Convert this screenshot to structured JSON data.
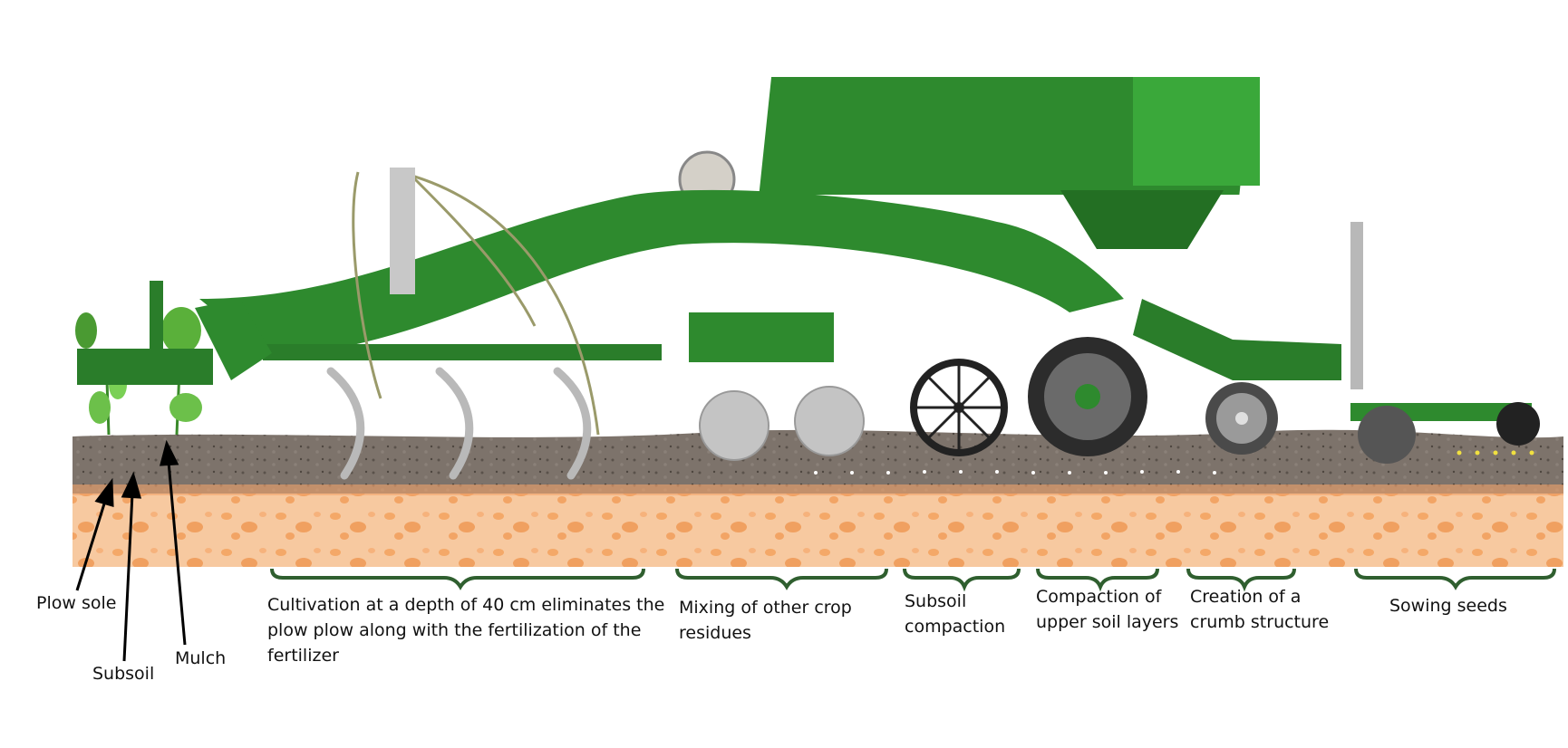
{
  "labels": {
    "plow_sole": "Plow sole",
    "subsoil": "Subsoil",
    "mulch": "Mulch",
    "cultivation": "Cultivation at a depth of 40 cm eliminates the\nplow plow along with the fertilization of the\nfertilizer",
    "mixing": "Mixing of other crop\nresidues",
    "subsoil_compaction": "Subsoil\ncompaction",
    "upper_compaction": "Compaction of\nupper soil layers",
    "crumb": "Creation of a\ncrumb structure",
    "sowing": "Sowing seeds"
  },
  "colors": {
    "machine_green": "#2e8a2e",
    "machine_dark": "#1f5f1f",
    "topsoil": "#7a7068",
    "subsoil": "#f5c49a",
    "brace": "#2f5f2f"
  }
}
